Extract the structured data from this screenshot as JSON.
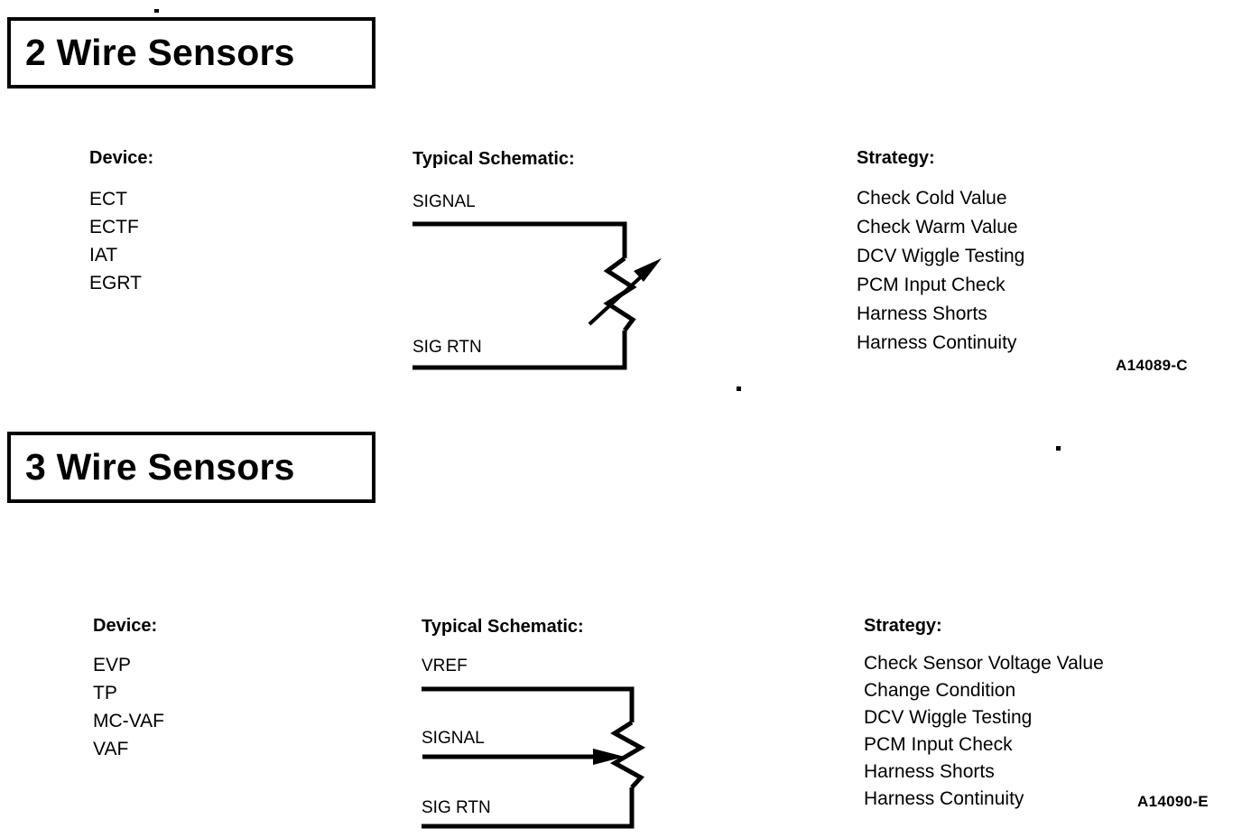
{
  "document": {
    "kind": "service-manual-reference-sheet"
  },
  "sections": [
    {
      "title": "2 Wire Sensors",
      "device_heading": "Device:",
      "devices": [
        "ECT",
        "ECTF",
        "IAT",
        "EGRT"
      ],
      "schematic_heading": "Typical Schematic:",
      "schematic": {
        "symbol": "thermistor",
        "top_wire_label": "SIGNAL",
        "bottom_wire_label": "SIG RTN"
      },
      "strategy_heading": "Strategy:",
      "strategy": [
        "Check Cold Value",
        "Check Warm Value",
        "DCV Wiggle Testing",
        "PCM Input Check",
        "Harness Shorts",
        "Harness Continuity"
      ],
      "figure_id": "A14089-C"
    },
    {
      "title": "3 Wire Sensors",
      "device_heading": "Device:",
      "devices": [
        "EVP",
        "TP",
        "MC-VAF",
        "VAF"
      ],
      "schematic_heading": "Typical Schematic:",
      "schematic": {
        "symbol": "potentiometer",
        "top_wire_label": "VREF",
        "middle_wire_label": "SIGNAL",
        "bottom_wire_label": "SIG RTN"
      },
      "strategy_heading": "Strategy:",
      "strategy": [
        "Check Sensor Voltage Value",
        "Change Condition",
        "DCV Wiggle Testing",
        "PCM Input Check",
        "Harness Shorts",
        "Harness Continuity"
      ],
      "figure_id": "A14090-E"
    }
  ],
  "colors": {
    "ink": "#000000",
    "paper": "#ffffff"
  }
}
